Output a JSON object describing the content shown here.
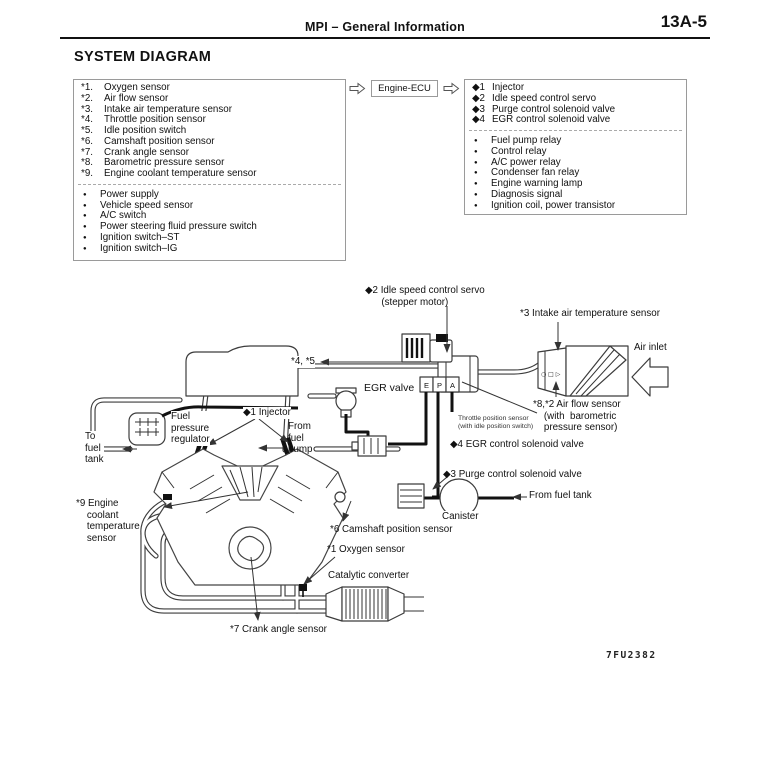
{
  "header": {
    "title": "MPI  –  General Information",
    "page_code": "13A-5"
  },
  "section_title": "SYSTEM DIAGRAM",
  "ecu": {
    "label": "Engine-ECU"
  },
  "inputs": {
    "starred": [
      {
        "n": "*1.",
        "label": "Oxygen sensor"
      },
      {
        "n": "*2.",
        "label": "Air flow sensor"
      },
      {
        "n": "*3.",
        "label": "Intake air temperature sensor"
      },
      {
        "n": "*4.",
        "label": "Throttle position sensor"
      },
      {
        "n": "*5.",
        "label": "Idle position switch"
      },
      {
        "n": "*6.",
        "label": "Camshaft position sensor"
      },
      {
        "n": "*7.",
        "label": "Crank angle sensor"
      },
      {
        "n": "*8.",
        "label": "Barometric pressure sensor"
      },
      {
        "n": "*9.",
        "label": "Engine coolant temperature sensor"
      }
    ],
    "bulleted": [
      {
        "label": "Power supply"
      },
      {
        "label": "Vehicle speed sensor"
      },
      {
        "label": "A/C switch"
      },
      {
        "label": "Power steering fluid pressure switch"
      },
      {
        "label": "Ignition switch–ST"
      },
      {
        "label": "Ignition switch–IG"
      }
    ]
  },
  "outputs": {
    "diamond": [
      {
        "n": "◆1",
        "label": "Injector"
      },
      {
        "n": "◆2",
        "label": "Idle speed control servo"
      },
      {
        "n": "◆3",
        "label": "Purge control solenoid valve"
      },
      {
        "n": "◆4",
        "label": "EGR control solenoid valve"
      }
    ],
    "bulleted": [
      {
        "label": "Fuel pump relay"
      },
      {
        "label": "Control relay"
      },
      {
        "label": "A/C power relay"
      },
      {
        "label": "Condenser fan relay"
      },
      {
        "label": "Engine warning lamp"
      },
      {
        "label": "Diagnosis signal"
      },
      {
        "label": "Ignition coil, power transistor"
      }
    ]
  },
  "diagram": {
    "labels": {
      "idle_speed": {
        "lines": [
          "◆2 Idle speed control servo",
          "      (stepper motor)"
        ]
      },
      "intake_air_temp": {
        "lines": [
          "*3 Intake air temperature sensor"
        ]
      },
      "air_inlet": {
        "lines": [
          "Air inlet"
        ]
      },
      "air_flow": {
        "lines": [
          "*8,*2 Air flow sensor",
          "    (with  barometric",
          "    pressure sensor)"
        ]
      },
      "throttle_pos": {
        "lines": [
          "Throttle position sensor",
          "(with idle position switch)"
        ]
      },
      "egr_valve": {
        "lines": [
          "EGR valve"
        ]
      },
      "egr_solenoid": {
        "lines": [
          "◆4 EGR control solenoid valve"
        ]
      },
      "purge_solenoid": {
        "lines": [
          "◆3 Purge control solenoid valve"
        ]
      },
      "from_fuel_tank": {
        "lines": [
          "From fuel tank"
        ]
      },
      "canister": {
        "lines": [
          "Canister"
        ]
      },
      "camshaft": {
        "lines": [
          "*6 Camshaft position sensor"
        ]
      },
      "oxygen": {
        "lines": [
          "*1 Oxygen sensor"
        ]
      },
      "catalytic": {
        "lines": [
          "Catalytic converter"
        ]
      },
      "crank": {
        "lines": [
          "*7 Crank angle sensor"
        ]
      },
      "injector": {
        "lines": [
          "◆1 Injector"
        ]
      },
      "from_fuel_pump": {
        "lines": [
          "From",
          "fuel",
          "pump"
        ]
      },
      "fuel_pressure_regulator": {
        "lines": [
          "Fuel",
          "pressure",
          "regulator"
        ]
      },
      "to_fuel_tank": {
        "lines": [
          "To",
          "fuel",
          "tank"
        ]
      },
      "coolant_temp": {
        "lines": [
          "*9 Engine",
          "    coolant",
          "    temperature",
          "    sensor"
        ]
      },
      "throttle_idle_nums": {
        "lines": [
          "*4, *5"
        ]
      }
    },
    "ports": [
      "E",
      "P",
      "A"
    ],
    "connector_symbols": "○ □ ▷",
    "figure_code": "7FU2382"
  }
}
